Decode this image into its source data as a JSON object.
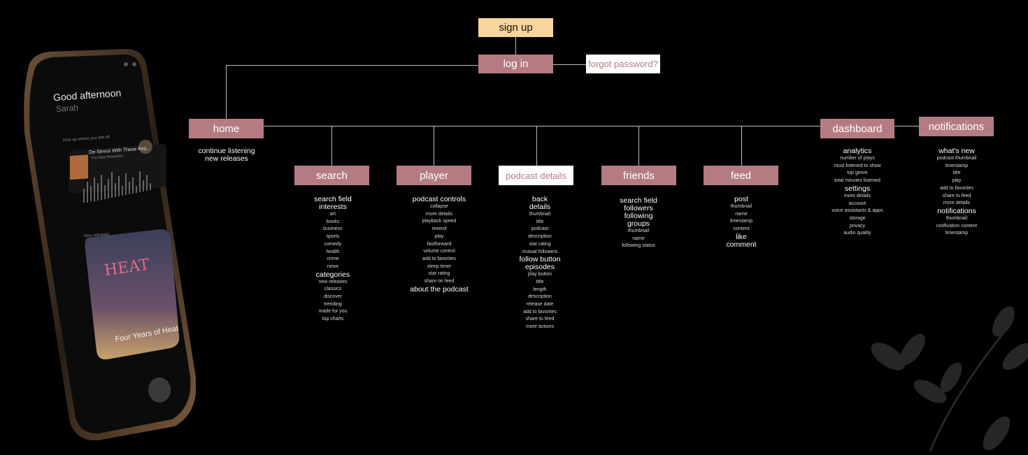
{
  "phone": {
    "greeting": "Good afternoon",
    "user": "Sarah",
    "pickup_label": "Pick up where you left off",
    "episode_title": "De-Stress With These Key...",
    "episode_show": "The Daily Relaxation",
    "new_releases_label": "New releases",
    "cover_title": "Four Years of Heat"
  },
  "nodes": {
    "signup": "sign up",
    "login": "log in",
    "forgot": "forgot password?",
    "home": "home",
    "search": "search",
    "player": "player",
    "podcast_details": "podcast details",
    "friends": "friends",
    "feed": "feed",
    "dashboard": "dashboard",
    "notifications": "notifications"
  },
  "lists": {
    "home": [
      {
        "t": "continue listening",
        "h": true
      },
      {
        "t": "new releases",
        "h": true
      }
    ],
    "search": [
      {
        "t": "search field",
        "h": true
      },
      {
        "t": "interests",
        "h": true
      },
      {
        "t": "art"
      },
      {
        "t": "books"
      },
      {
        "t": "business"
      },
      {
        "t": "sports"
      },
      {
        "t": "comedy"
      },
      {
        "t": "health"
      },
      {
        "t": "crime"
      },
      {
        "t": "news"
      },
      {
        "t": "categories",
        "h": true
      },
      {
        "t": "new releases"
      },
      {
        "t": "classics"
      },
      {
        "t": "discover"
      },
      {
        "t": "trending"
      },
      {
        "t": "made for you"
      },
      {
        "t": "top charts"
      }
    ],
    "player": [
      {
        "t": "podcast controls",
        "h": true
      },
      {
        "t": "collapse"
      },
      {
        "t": "more details"
      },
      {
        "t": "playback speed"
      },
      {
        "t": "rewind"
      },
      {
        "t": "play"
      },
      {
        "t": "fastforward"
      },
      {
        "t": "volume control"
      },
      {
        "t": "add to favorites"
      },
      {
        "t": "sleep timer"
      },
      {
        "t": "star rating"
      },
      {
        "t": "share on feed"
      },
      {
        "t": "about the podcast",
        "h": true
      }
    ],
    "podcast_details": [
      {
        "t": "back",
        "h": true
      },
      {
        "t": "details",
        "h": true
      },
      {
        "t": "thumbnail"
      },
      {
        "t": "title"
      },
      {
        "t": "podcast"
      },
      {
        "t": "description"
      },
      {
        "t": "star rating"
      },
      {
        "t": "mutual followers"
      },
      {
        "t": "follow button",
        "h": true
      },
      {
        "t": "episodes",
        "h": true
      },
      {
        "t": "play button"
      },
      {
        "t": "title"
      },
      {
        "t": "length"
      },
      {
        "t": "description"
      },
      {
        "t": "release date"
      },
      {
        "t": "add to favorites"
      },
      {
        "t": "share to feed"
      },
      {
        "t": "more actions"
      }
    ],
    "friends": [
      {
        "t": "search field",
        "h": true
      },
      {
        "t": "followers",
        "h": true
      },
      {
        "t": "following",
        "h": true
      },
      {
        "t": "groups",
        "h": true
      },
      {
        "t": "thumbnail"
      },
      {
        "t": "name"
      },
      {
        "t": "following status"
      }
    ],
    "feed": [
      {
        "t": "post",
        "h": true
      },
      {
        "t": "thumbnail"
      },
      {
        "t": "name"
      },
      {
        "t": "timestamp"
      },
      {
        "t": "content"
      },
      {
        "t": "like",
        "h": true
      },
      {
        "t": "comment",
        "h": true
      }
    ],
    "dashboard": [
      {
        "t": "analytics",
        "h": true
      },
      {
        "t": "number of plays"
      },
      {
        "t": "most listened to show"
      },
      {
        "t": "top genre"
      },
      {
        "t": "total minutes listened"
      },
      {
        "t": "settings",
        "h": true
      },
      {
        "t": "more details"
      },
      {
        "t": "account"
      },
      {
        "t": "voice assistants & apps"
      },
      {
        "t": "storage"
      },
      {
        "t": "privacy"
      },
      {
        "t": "audio quality"
      }
    ],
    "notifications": [
      {
        "t": "what's new",
        "h": true
      },
      {
        "t": "podcast thumbnail"
      },
      {
        "t": "timestamp"
      },
      {
        "t": "title"
      },
      {
        "t": "play"
      },
      {
        "t": "add to favorites"
      },
      {
        "t": "share to feed"
      },
      {
        "t": "more details"
      },
      {
        "t": "notifications",
        "h": true
      },
      {
        "t": "thumbnail"
      },
      {
        "t": "notification content"
      },
      {
        "t": "timestamp"
      }
    ]
  },
  "colors": {
    "node": "#b47c82",
    "signup": "#f7d59c",
    "line": "#bdbdbd",
    "bg": "#000000"
  }
}
